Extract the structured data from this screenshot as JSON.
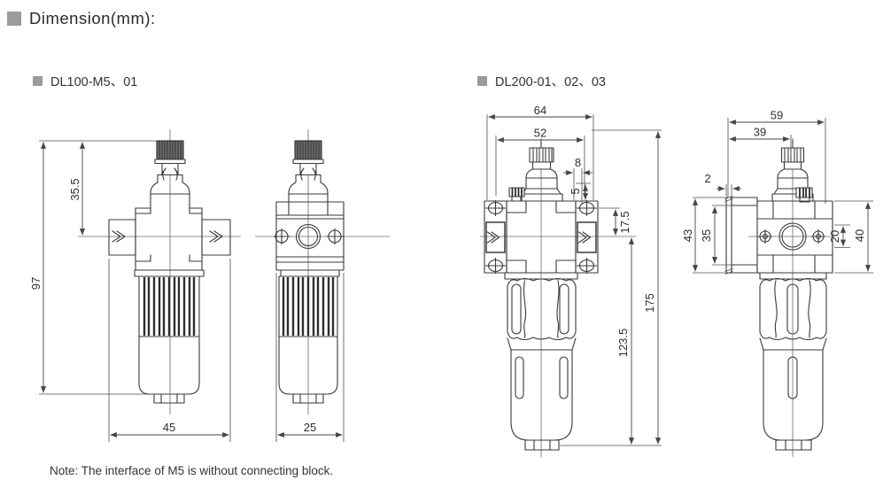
{
  "title": "Dimension(mm):",
  "sections": {
    "dl100_label": "DL100-M5、01",
    "dl200_label": "DL200-01、02、03"
  },
  "dl100": {
    "front": {
      "d_top_to_center": "35.5",
      "d_total_height": "97",
      "d_width": "45"
    },
    "side": {
      "d_width": "25"
    }
  },
  "dl200": {
    "front": {
      "d_overall_width": "64",
      "d_screw_span": "52",
      "d_port_offset": "8",
      "d_screw_top_offset": "5",
      "d_center_offset": "17.5",
      "d_bowl_height": "123.5",
      "d_total_height": "175"
    },
    "side": {
      "d_overall_depth": "59",
      "d_center_to_back": "39",
      "d_bracket_thickness": "2",
      "d_bracket_height": "43",
      "d_bracket_inner_height": "35",
      "d_port_height": "20",
      "d_body_height": "40"
    }
  },
  "note": "Note: The interface of M5 is without connecting block.",
  "colors": {
    "outline": "#3a3a3a",
    "dimension": "#454545",
    "bullet": "#9b9b9b",
    "knob_fill": "#6e6e6e"
  }
}
